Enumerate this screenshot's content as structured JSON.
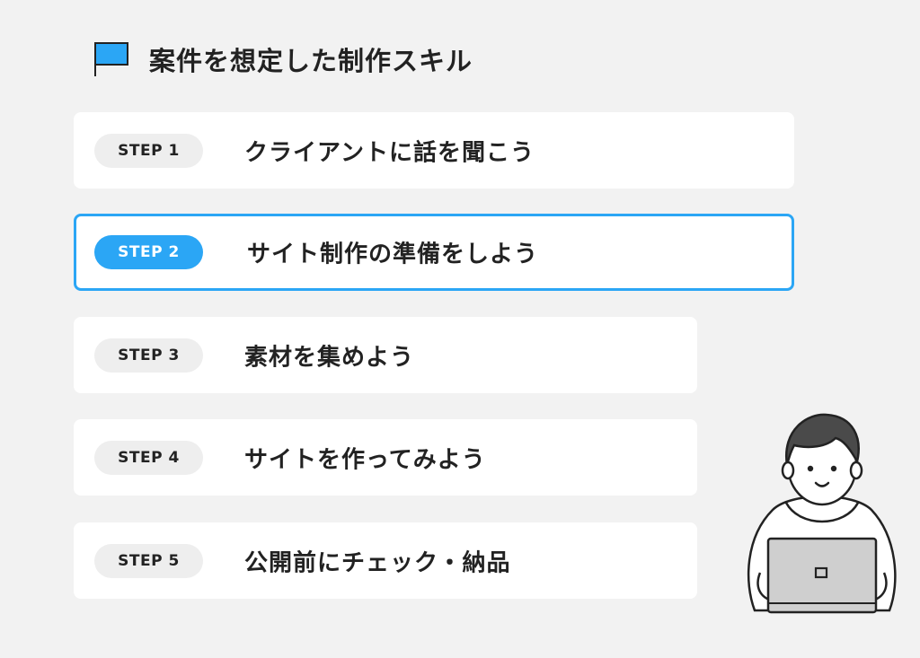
{
  "title": "案件を想定した制作スキル",
  "steps": [
    {
      "label": "STEP 1",
      "text": "クライアントに話を聞こう"
    },
    {
      "label": "STEP 2",
      "text": "サイト制作の準備をしよう"
    },
    {
      "label": "STEP 3",
      "text": "素材を集めよう"
    },
    {
      "label": "STEP 4",
      "text": "サイトを作ってみよう"
    },
    {
      "label": "STEP 5",
      "text": "公開前にチェック・納品"
    }
  ],
  "active_step": "STEP 2",
  "colors": {
    "accent": "#2ba6f5",
    "background": "#f2f2f2",
    "card": "#ffffff",
    "pill_inactive": "#eeeeee",
    "laptop": "#cfcfcf",
    "hair": "#4a4a4a"
  },
  "icons": {
    "header": "flag-icon",
    "illustration": "person-with-laptop-illustration"
  }
}
